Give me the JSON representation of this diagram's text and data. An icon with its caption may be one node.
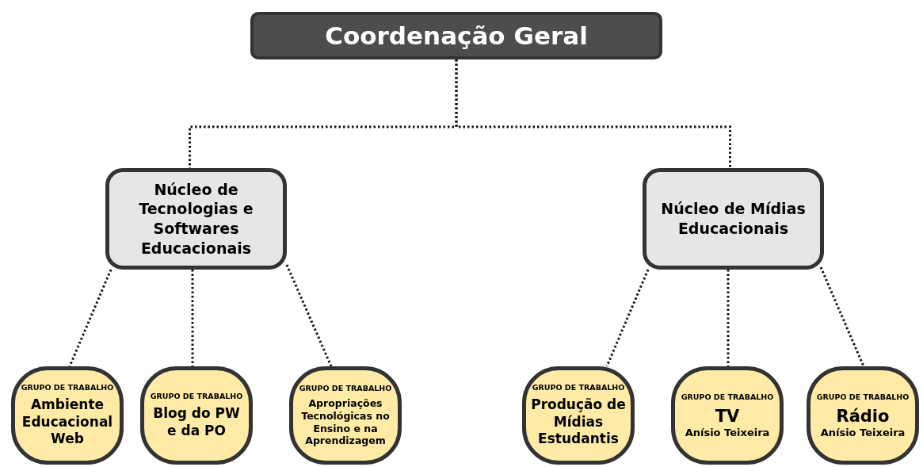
{
  "diagram": {
    "nodes": [
      {
        "text": [
          "Coordenação Geral"
        ]
      },
      {
        "text": [
          "Núcleo de Tecnologias e Softwares Educacionais"
        ]
      },
      {
        "text": [
          "Núcleo de Mídias Educacionais"
        ]
      },
      {
        "text": [
          "GRUPO DE TRABALHO",
          "Ambiente Educacional Web"
        ]
      },
      {
        "text": [
          "GRUPO DE TRABALHO",
          "Blog do PW e da PO"
        ]
      },
      {
        "text": [
          "GRUPO DE TRABALHO",
          "Apropriações Tecnológicas no Ensino e na Aprendizagem"
        ]
      },
      {
        "text": [
          "GRUPO DE TRABALHO",
          "Produção de Mídias Estudantis"
        ]
      },
      {
        "text": [
          "GRUPO DE TRABALHO",
          "TV",
          "Anísio Teixeira"
        ]
      },
      {
        "text": [
          "GRUPO DE TRABALHO",
          "Rádio",
          "Anísio Teixeira"
        ]
      }
    ],
    "edges": [
      {
        "from": 0,
        "to": 1,
        "arrow": "none"
      },
      {
        "from": 0,
        "to": 2,
        "arrow": "none"
      },
      {
        "from": 1,
        "to": 3,
        "arrow": "none"
      },
      {
        "from": 1,
        "to": 4,
        "arrow": "none"
      },
      {
        "from": 1,
        "to": 5,
        "arrow": "none"
      },
      {
        "from": 2,
        "to": 6,
        "arrow": "none"
      },
      {
        "from": 2,
        "to": 7,
        "arrow": "none"
      },
      {
        "from": 2,
        "to": 8,
        "arrow": "none"
      }
    ]
  }
}
